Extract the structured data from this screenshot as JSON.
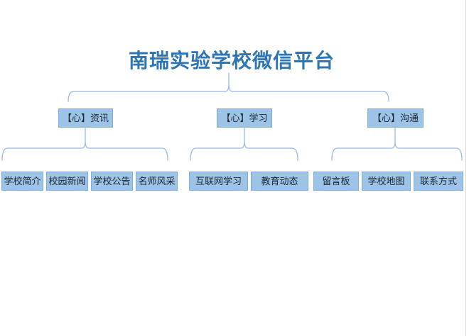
{
  "diagram": {
    "title": "南瑞实验学校微信平台",
    "branches": [
      {
        "label": "【心】资讯",
        "children": [
          "学校简介",
          "校园新闻",
          "学校公告",
          "名师风采"
        ]
      },
      {
        "label": "【心】学习",
        "children": [
          "互联网学习",
          "教育动态"
        ]
      },
      {
        "label": "【心】沟通",
        "children": [
          "留言板",
          "学校地图",
          "联系方式"
        ]
      }
    ]
  },
  "colors": {
    "title_text": "#2E75B6",
    "node_fill": "#9DC3E6",
    "node_border": "#7FACDC",
    "node_text": "#1B2735",
    "connector_line": "#9CB9DF",
    "background": "#FFFFFF",
    "page_edge": "#D4D7DC"
  }
}
